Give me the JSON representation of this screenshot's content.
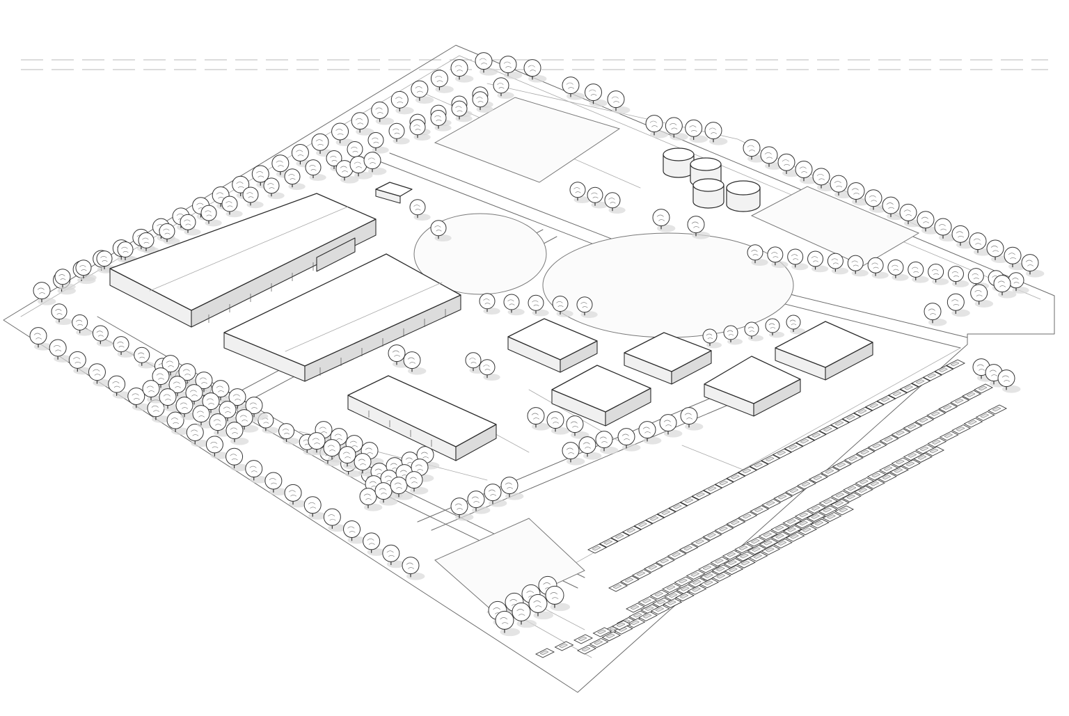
{
  "scene": {
    "title": "",
    "layers": [
      {
        "id": "site-boundary",
        "kind": "outline"
      },
      {
        "id": "roads",
        "kind": "linework"
      },
      {
        "id": "buildings",
        "kind": "structures"
      },
      {
        "id": "storage-tanks",
        "kind": "structures"
      },
      {
        "id": "trees",
        "kind": "vegetation"
      },
      {
        "id": "parking",
        "kind": "vehicles"
      }
    ],
    "colors": {
      "background": "#ffffff",
      "ink": "#2b2b2b",
      "fill_light": "#f0f0f0",
      "fill_shade": "#dcdcdc",
      "tree_shadow": "#d9d9d9"
    },
    "counts": {
      "large_warehouses": 2,
      "mid_buildings": 1,
      "small_buildings": 6,
      "storage_tanks": 4
    }
  }
}
